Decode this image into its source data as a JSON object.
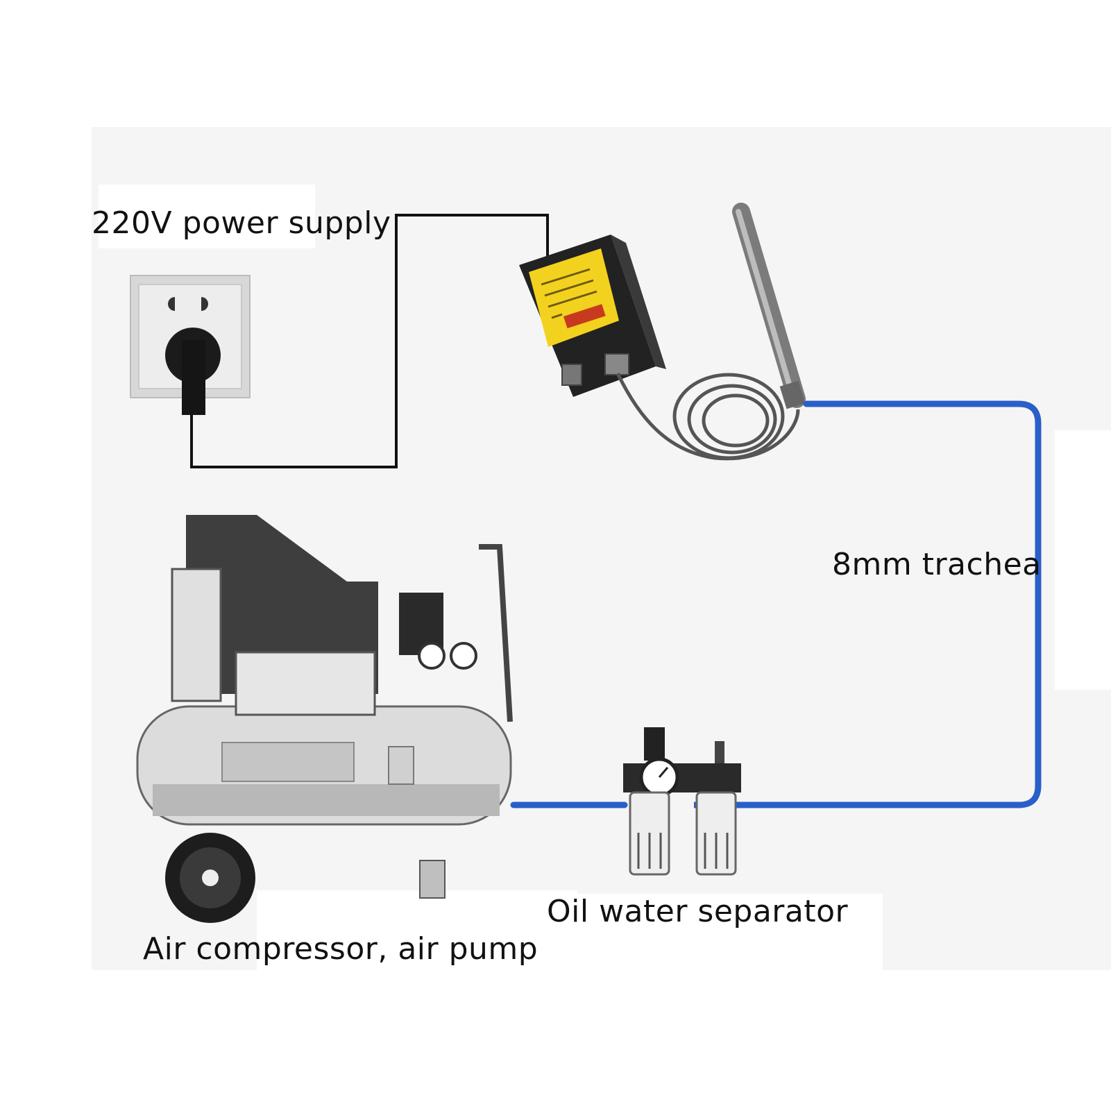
{
  "labels": {
    "power_supply": "220V power supply",
    "trachea": "8mm trachea",
    "separator": "Oil water separator",
    "compressor": "Air compressor, air pump"
  },
  "colors": {
    "air_hose": "#2a5fc9",
    "power_wire": "#111111",
    "label_yellow": "#f2d21e",
    "panel_bg": "#f5f5f5"
  }
}
